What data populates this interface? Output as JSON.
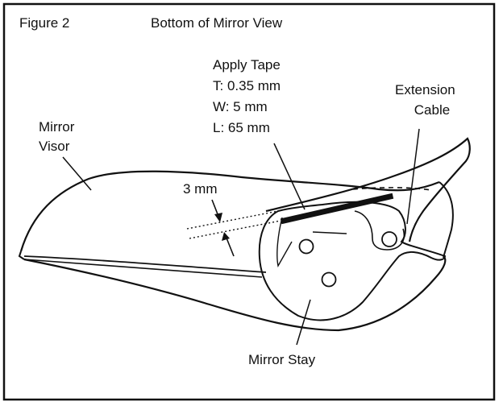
{
  "figure": {
    "number": "Figure 2",
    "title": "Bottom of Mirror View"
  },
  "labels": {
    "mirror_visor": [
      "Mirror",
      "Visor"
    ],
    "apply_tape": [
      "Apply Tape",
      "T: 0.35 mm",
      "W: 5 mm",
      "L: 65 mm"
    ],
    "extension_cable": [
      "Extension",
      "Cable"
    ],
    "gap": "3 mm",
    "mirror_stay": "Mirror Stay"
  },
  "colors": {
    "ink": "#111111",
    "background": "#ffffff"
  }
}
